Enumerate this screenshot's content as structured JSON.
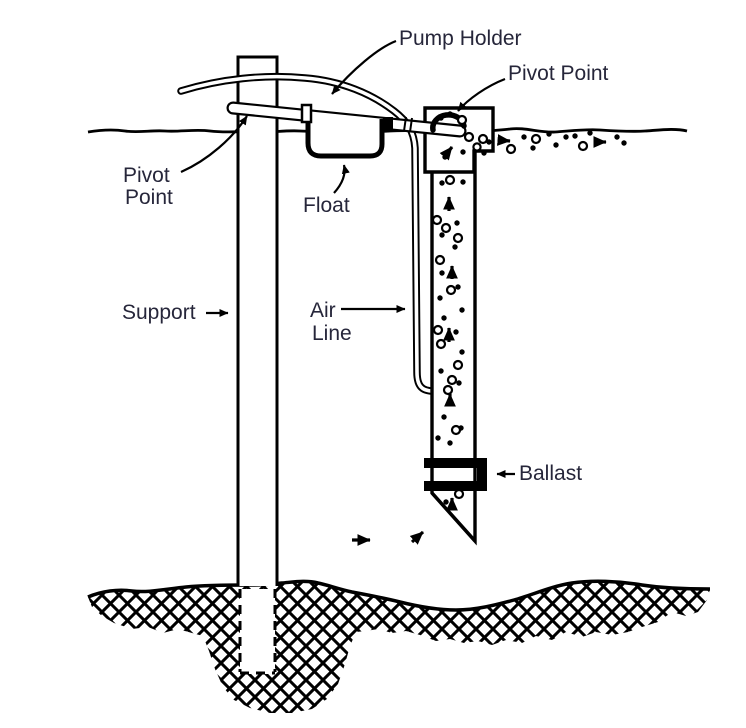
{
  "labels": {
    "pump_holder": "Pump Holder",
    "pivot_point_upper": "Pivot Point",
    "pivot_point_left_line1": "Pivot",
    "pivot_point_left_line2": "Point",
    "float": "Float",
    "support": "Support",
    "air_line_line1": "Air",
    "air_line_line2": "Line",
    "ballast": "Ballast"
  },
  "colors": {
    "ink": "#000000",
    "label_text": "#26263a",
    "background": "#ffffff"
  }
}
